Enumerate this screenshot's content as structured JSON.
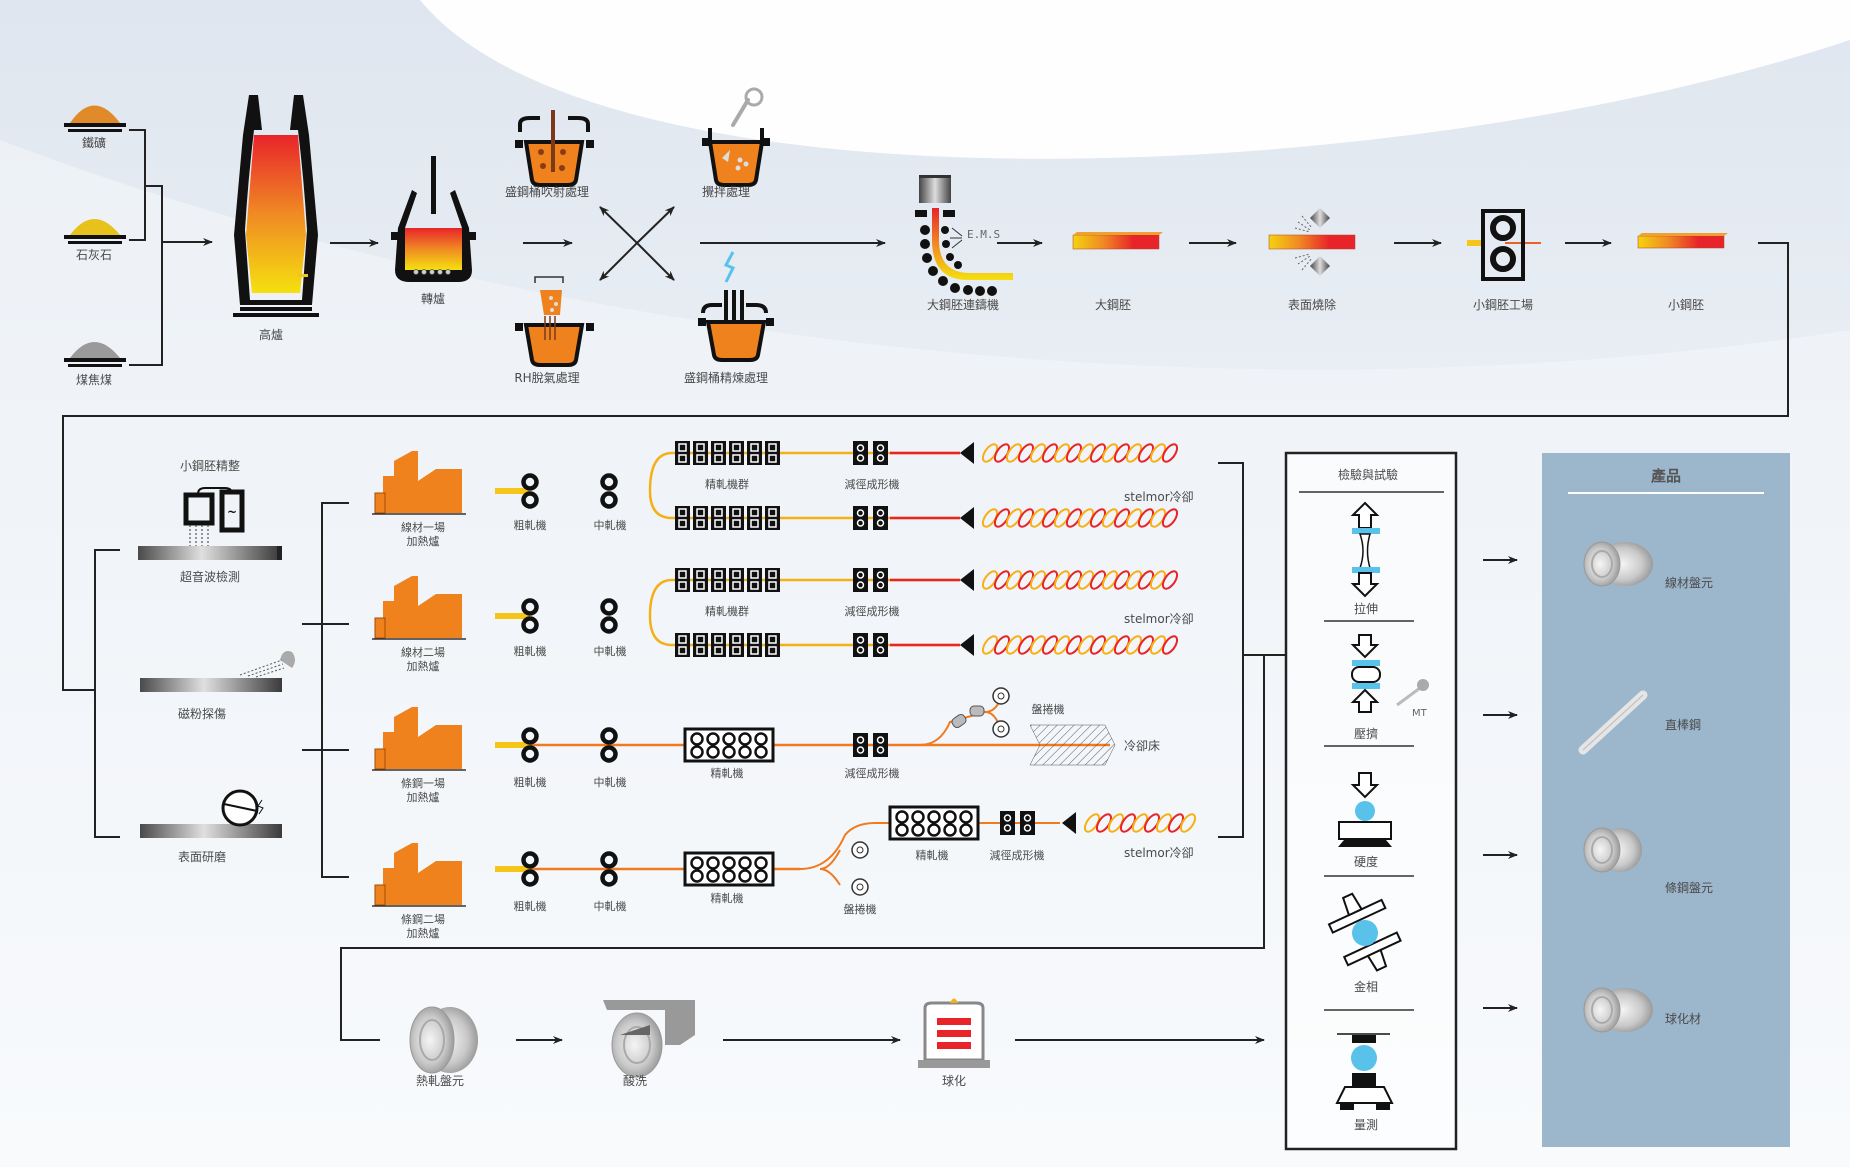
{
  "title": "Steel production process flow",
  "colors": {
    "hot_red": "#e8242a",
    "hot_orange": "#f08a24",
    "hot_yellow": "#f5d20f",
    "furnace_orange": "#f0821e",
    "test_blue": "#58c2ea",
    "products_panel": "#9cb6cc",
    "line": "#222222"
  },
  "raw_materials": [
    {
      "label": "鐵礦",
      "color": "#e08a2a"
    },
    {
      "label": "石灰石",
      "color": "#e6c21a"
    },
    {
      "label": "煤焦煤",
      "color": "#9a9a9a"
    }
  ],
  "upstream": {
    "blast_furnace": "高爐",
    "converter": "轉爐",
    "ladle_injection": "盛鋼桶吹射處理",
    "stirring": "攪拌處理",
    "rh_degassing": "RH脫氣處理",
    "ladle_refining": "盛鋼桶精煉處理",
    "bloom_caster": "大鋼胚連鑄機",
    "ems_label": "E.M.S",
    "bloom": "大鋼胚",
    "scarfing": "表面燒除",
    "billet_mill": "小鋼胚工場",
    "billet": "小鋼胚"
  },
  "billet_conditioning": {
    "title": "小鋼胚精整",
    "steps": [
      "超音波檢測",
      "磁粉探傷",
      "表面研磨"
    ]
  },
  "mill_lines": [
    {
      "furnace": [
        "線材一場",
        "加熱爐"
      ],
      "roughing": "粗軋機",
      "intermediate": "中軋機",
      "finishing": "精軋機群",
      "reducing": "減徑成形機",
      "cooling": "stelmor冷卻"
    },
    {
      "furnace": [
        "線材二場",
        "加熱爐"
      ],
      "roughing": "粗軋機",
      "intermediate": "中軋機",
      "finishing": "精軋機群",
      "reducing": "減徑成形機",
      "cooling": "stelmor冷卻"
    },
    {
      "furnace": [
        "條鋼一場",
        "加熱爐"
      ],
      "roughing": "粗軋機",
      "intermediate": "中軋機",
      "finishing": "精軋機",
      "reducing": "減徑成形機",
      "coiler": "盤捲機",
      "cooling_bed": "冷卻床"
    },
    {
      "furnace": [
        "條鋼二場",
        "加熱爐"
      ],
      "roughing": "粗軋機",
      "intermediate": "中軋機",
      "finishing": "精軋機",
      "coiler": "盤捲機",
      "finishing2": "精軋機",
      "reducing": "減徑成形機",
      "cooling": "stelmor冷卻"
    }
  ],
  "secondary": {
    "hot_rolled_coil": "熱軋盤元",
    "pickling": "酸洗",
    "spheroidizing": "球化"
  },
  "testing": {
    "title": "檢驗與試驗",
    "items": [
      "拉伸",
      "壓擠",
      "硬度",
      "金相",
      "量測"
    ],
    "mt_label": "MT"
  },
  "products": {
    "title": "產品",
    "items": [
      "線材盤元",
      "直棒鋼",
      "條鋼盤元",
      "球化材"
    ]
  }
}
